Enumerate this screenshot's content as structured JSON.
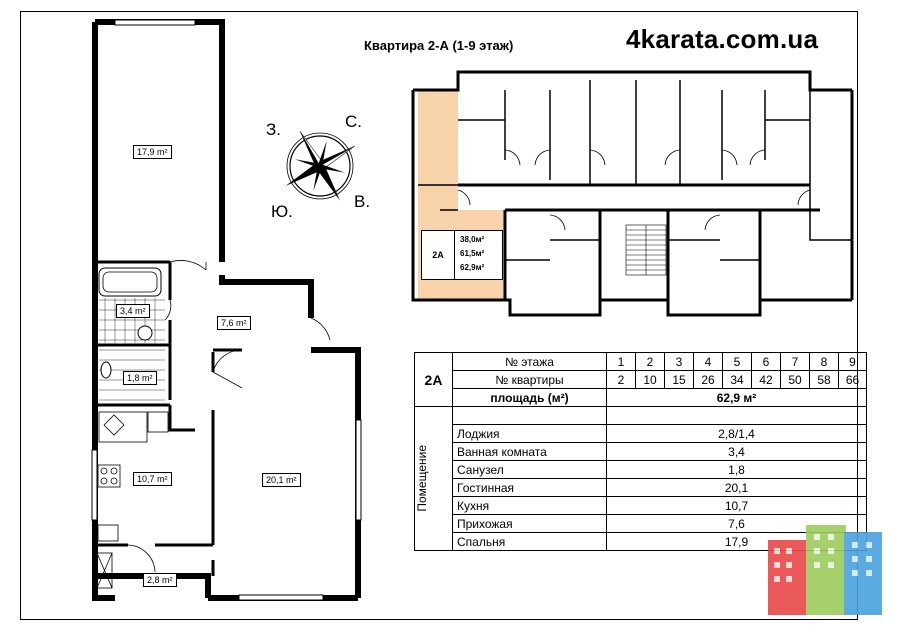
{
  "header": {
    "title": "Квартира 2-А (1-9 этаж)",
    "site": "4karata.com.ua"
  },
  "compass": {
    "n": "С.",
    "e": "В.",
    "s": "Ю.",
    "w": "З."
  },
  "plan": {
    "rooms": [
      {
        "key": "bedroom",
        "area": "17,9 m²"
      },
      {
        "key": "bath",
        "area": "3,4 m²"
      },
      {
        "key": "toilet",
        "area": "1,8 m²"
      },
      {
        "key": "hall",
        "area": "7,6 m²"
      },
      {
        "key": "kitchen",
        "area": "10,7 m²"
      },
      {
        "key": "living",
        "area": "20,1 m²"
      },
      {
        "key": "loggia",
        "area": "2,8 m²"
      }
    ]
  },
  "floorplan": {
    "label": "2А",
    "areas": [
      "38,0м²",
      "61,5м²",
      "62,9м²"
    ]
  },
  "table": {
    "apt_label": "2А",
    "floor_header": "№ этажа",
    "apt_header": "№ квартиры",
    "area_header": "площадь (м²)",
    "floors": [
      "1",
      "2",
      "3",
      "4",
      "5",
      "6",
      "7",
      "8",
      "9"
    ],
    "apartments": [
      "2",
      "10",
      "15",
      "26",
      "34",
      "42",
      "50",
      "58",
      "66"
    ],
    "total_area": "62,9 м²",
    "rooms_group": "Помещение",
    "rooms": [
      {
        "name": "Лоджия",
        "value": "2,8/1,4"
      },
      {
        "name": "Ванная комната",
        "value": "3,4"
      },
      {
        "name": "Санузел",
        "value": "1,8"
      },
      {
        "name": "Гостинная",
        "value": "20,1"
      },
      {
        "name": "Кухня",
        "value": "10,7"
      },
      {
        "name": "Прихожая",
        "value": "7,6"
      },
      {
        "name": "Спальня",
        "value": "17,9"
      }
    ]
  },
  "colors": {
    "highlight": "#f8d2a8",
    "logo_red": "#e8494a",
    "logo_green": "#9ccb5c",
    "logo_blue": "#4aa3df"
  }
}
